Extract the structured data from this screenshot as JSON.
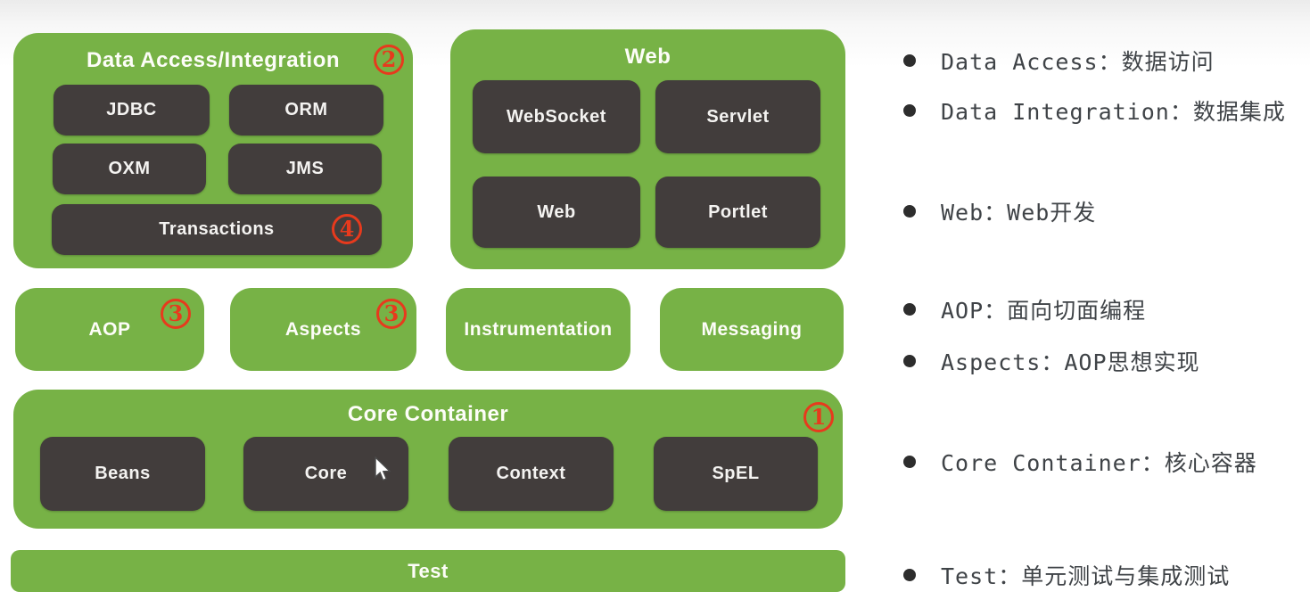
{
  "colors": {
    "green": "#77b246",
    "dark": "#423d3c",
    "red": "#e73a1d",
    "legend_text": "#3f4347",
    "bullet": "#2d2d2d"
  },
  "diagram": {
    "data_access": {
      "title": "Data Access/Integration",
      "marker": "2",
      "modules": [
        "JDBC",
        "ORM",
        "OXM",
        "JMS"
      ],
      "wide_module": "Transactions",
      "wide_marker": "4"
    },
    "web": {
      "title": "Web",
      "modules": [
        "WebSocket",
        "Servlet",
        "Web",
        "Portlet"
      ]
    },
    "middle": [
      {
        "label": "AOP",
        "marker": "3"
      },
      {
        "label": "Aspects",
        "marker": "3"
      },
      {
        "label": "Instrumentation"
      },
      {
        "label": "Messaging"
      }
    ],
    "core": {
      "title": "Core Container",
      "marker": "1",
      "modules": [
        "Beans",
        "Core",
        "Context",
        "SpEL"
      ]
    },
    "test": {
      "title": "Test"
    }
  },
  "legend": {
    "items": [
      {
        "text": "Data Access：数据访问"
      },
      {
        "text": "Data Integration：数据集成"
      },
      {
        "text": "Web：Web开发"
      },
      {
        "text": "AOP：面向切面编程"
      },
      {
        "text": "Aspects：AOP思想实现"
      },
      {
        "text": "Core Container：核心容器"
      },
      {
        "text": "Test：单元测试与集成测试"
      }
    ]
  }
}
